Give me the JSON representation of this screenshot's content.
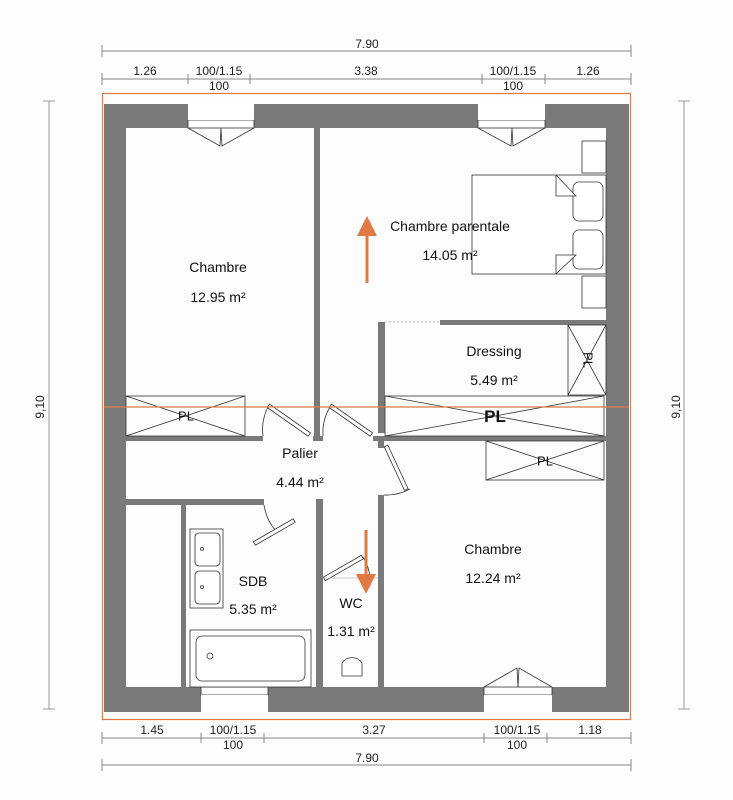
{
  "colors": {
    "wall": "#7a7a7a",
    "accent": "#e07a45",
    "dimension_line": "#888888",
    "background": "#fdfdfd"
  },
  "dimensions": {
    "top": {
      "total": "7.90",
      "segments": [
        {
          "label": "1.26",
          "sub": ""
        },
        {
          "label": "100/1.15",
          "sub": "100"
        },
        {
          "label": "3.38",
          "sub": ""
        },
        {
          "label": "100/1.15",
          "sub": "100"
        },
        {
          "label": "1.26",
          "sub": ""
        }
      ]
    },
    "bottom": {
      "total": "7.90",
      "segments": [
        {
          "label": "1.45",
          "sub": ""
        },
        {
          "label": "100/1.15",
          "sub": "100"
        },
        {
          "label": "3.27",
          "sub": ""
        },
        {
          "label": "100/1.15",
          "sub": "100"
        },
        {
          "label": "1.18",
          "sub": ""
        }
      ]
    },
    "left": {
      "total": "9,10"
    },
    "right": {
      "total": "9,10"
    }
  },
  "rooms": [
    {
      "name": "Chambre",
      "area": "12.95 m²"
    },
    {
      "name": "Chambre parentale",
      "area": "14.05 m²"
    },
    {
      "name": "Dressing",
      "area": "5.49 m²"
    },
    {
      "name": "Palier",
      "area": "4.44 m²"
    },
    {
      "name": "SDB",
      "area": "5.35 m²"
    },
    {
      "name": "WC",
      "area": "1.31 m²"
    },
    {
      "name": "Chambre",
      "area": "12.24 m²"
    }
  ],
  "closets": [
    {
      "label": "PL"
    },
    {
      "label": "PL"
    },
    {
      "label": "PL"
    },
    {
      "label": "PL"
    }
  ]
}
